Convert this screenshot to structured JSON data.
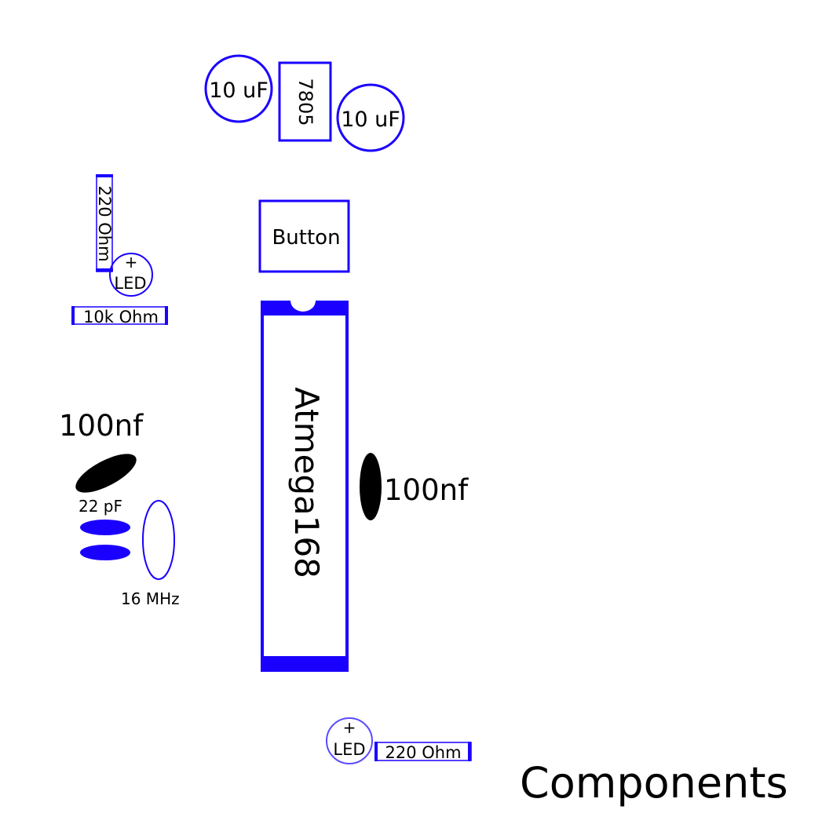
{
  "title": "Components",
  "colors": {
    "primary": "#1a00ff",
    "led_outline": "#5a4bff",
    "text": "#000000",
    "ceramic": "#000000",
    "background": "#ffffff"
  },
  "regulator": {
    "cap_in_label": "10 uF",
    "chip_label": "7805",
    "cap_out_label": "10 uF"
  },
  "power_led": {
    "resistor_label": "220 Ohm",
    "led_polarity": "+",
    "led_label": "LED"
  },
  "reset": {
    "resistor_label": "10k Ohm",
    "button_label": "Button"
  },
  "decoupling": {
    "left_label": "100nf",
    "right_label": "100nf"
  },
  "clock": {
    "cap_label": "22 pF",
    "crystal_label": "16 MHz"
  },
  "mcu": {
    "label": "Atmega168"
  },
  "status_led": {
    "led_polarity": "+",
    "led_label": "LED",
    "resistor_label": "220 Ohm"
  }
}
